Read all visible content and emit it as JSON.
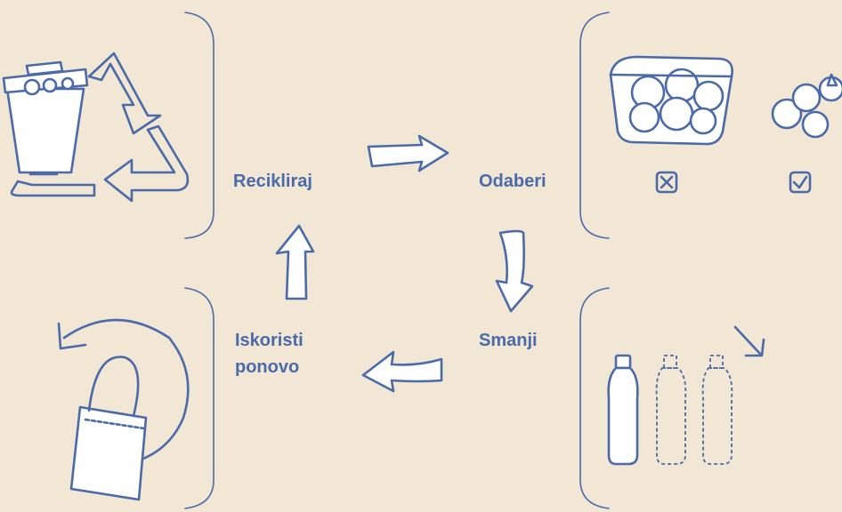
{
  "diagram": {
    "steps": [
      {
        "id": "recycle",
        "lines": [
          "Recikliraj"
        ]
      },
      {
        "id": "choose",
        "lines": [
          "Odaberi"
        ]
      },
      {
        "id": "reduce",
        "lines": [
          "Smanji"
        ]
      },
      {
        "id": "reuse",
        "lines": [
          "Iskoristi",
          "ponovo"
        ]
      }
    ],
    "colors": {
      "background": "#f2e6d5",
      "ink": "#4a6aa9",
      "fill": "#ffffff"
    },
    "icons": {
      "recycle": [
        "trash-bin-icon",
        "recycle-triangle-icon"
      ],
      "choose": [
        "tomato-container-icon",
        "loose-tomatoes-icon",
        "cross-checkbox-icon",
        "check-checkbox-icon"
      ],
      "reduce": [
        "bottle-icon",
        "dashed-bottle-icon",
        "down-right-arrow-icon"
      ],
      "reuse": [
        "tote-bag-icon",
        "circular-arrow-icon"
      ]
    }
  }
}
